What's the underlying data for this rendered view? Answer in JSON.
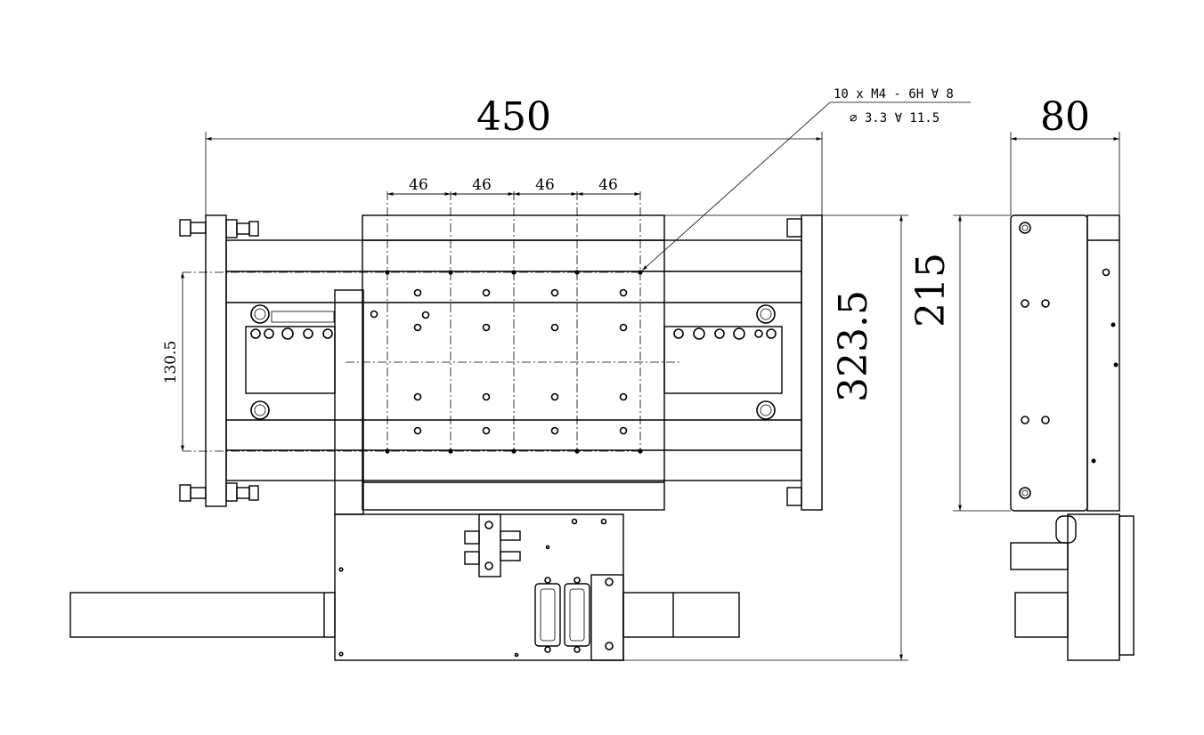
{
  "drawing": {
    "dimensions": {
      "overall_width": "450",
      "side_width": "80",
      "overall_height": "323.5",
      "side_height": "215",
      "hole_y_spacing": "130.5",
      "pitch_1": "46",
      "pitch_2": "46",
      "pitch_3": "46",
      "pitch_4": "46"
    },
    "callout": {
      "line1": "10 x  M4 - 6H ∀ 8",
      "line2": "∅ 3.3 ∀ 11.5"
    }
  }
}
